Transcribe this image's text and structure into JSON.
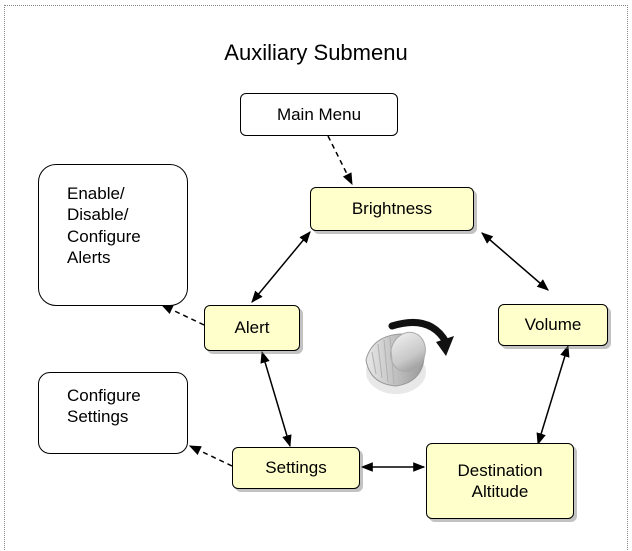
{
  "title": "Auxiliary Submenu",
  "entry_node": "Main Menu",
  "menu_items": {
    "brightness": "Brightness",
    "volume": "Volume",
    "destination_altitude": "Destination Altitude",
    "settings": "Settings",
    "alert": "Alert"
  },
  "notes": {
    "alerts": "Enable/ Disable/ Configure Alerts",
    "settings": "Configure Settings"
  },
  "icons": {
    "knob": "rotary-knob-icon",
    "rotation": "clockwise-arrow-icon"
  },
  "colors": {
    "menu_fill": "#ffffcc",
    "border": "#000000"
  }
}
